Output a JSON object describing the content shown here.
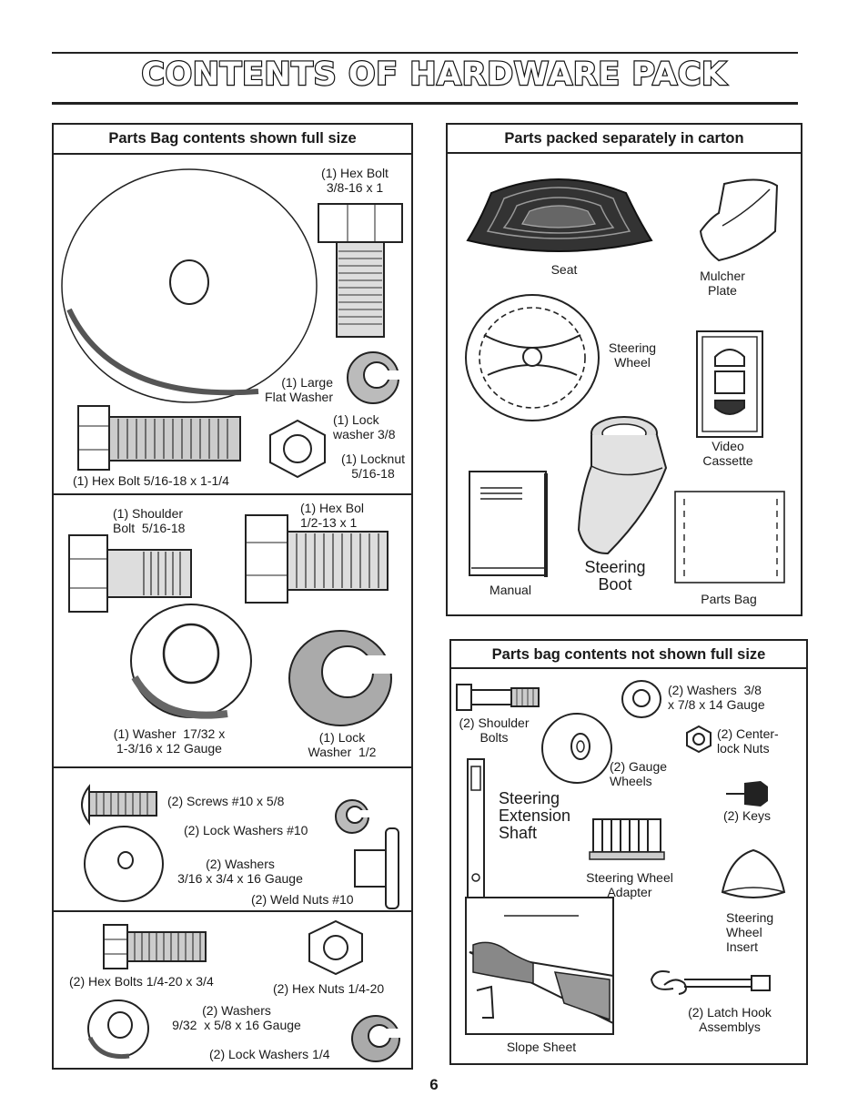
{
  "title": "CONTENTS OF HARDWARE PACK",
  "page_number": "6",
  "left_panel": {
    "header": "Parts Bag contents shown full size",
    "section1": {
      "hex_bolt_3_8": "(1) Hex Bolt\n3/8-16 x 1",
      "large_flat_washer": "(1) Large\nFlat Washer",
      "lock_washer_3_8": "(1) Lock\nwasher 3/8",
      "locknut": "(1) Locknut\n5/16-18",
      "hex_bolt_5_16": "(1) Hex Bolt  5/16-18 x 1-1/4"
    },
    "section2": {
      "shoulder_bolt": "(1) Shoulder\nBolt  5/16-18",
      "hex_bolt_1_2": "(1) Hex Bol\n1/2-13 x 1",
      "washer_17_32": "(1) Washer  17/32 x\n1-3/16 x 12 Gauge",
      "lock_washer_1_2": "(1) Lock\nWasher  1/2"
    },
    "section3": {
      "screws": "(2) Screws  #10 x 5/8",
      "lock_washers_10": "(2) Lock Washers  #10",
      "washers_3_16": "(2) Washers\n3/16 x 3/4 x 16 Gauge",
      "weld_nuts": "(2) Weld Nuts  #10"
    },
    "section4": {
      "hex_bolts_1_4": "(2) Hex Bolts  1/4-20 x 3/4",
      "hex_nuts": "(2) Hex Nuts  1/4-20",
      "washers_9_32": "(2) Washers\n9/32  x 5/8 x 16 Gauge",
      "lock_washers_1_4": "(2) Lock Washers  1/4"
    }
  },
  "carton_panel": {
    "header": "Parts packed separately in carton",
    "seat": "Seat",
    "mulcher_plate": "Mulcher\nPlate",
    "steering_wheel": "Steering\nWheel",
    "video_cassette": "Video\nCassette",
    "manual": "Manual",
    "steering_boot": "Steering\nBoot",
    "parts_bag": "Parts Bag"
  },
  "not_full_panel": {
    "header": "Parts bag contents not shown full size",
    "washers_3_8": "(2) Washers  3/8\nx 7/8 x 14 Gauge",
    "shoulder_bolts": "(2) Shoulder\nBolts",
    "center_lock_nuts": "(2) Center-\nlock Nuts",
    "gauge_wheels": "(2) Gauge\nWheels",
    "steering_extension_shaft": "Steering\nExtension\nShaft",
    "keys": "(2) Keys",
    "steering_wheel_adapter": "Steering Wheel\nAdapter",
    "steering_wheel_insert": "Steering\nWheel\nInsert",
    "latch_hook_assemblys": "(2) Latch Hook\nAssemblys",
    "slope_sheet": "Slope Sheet"
  }
}
